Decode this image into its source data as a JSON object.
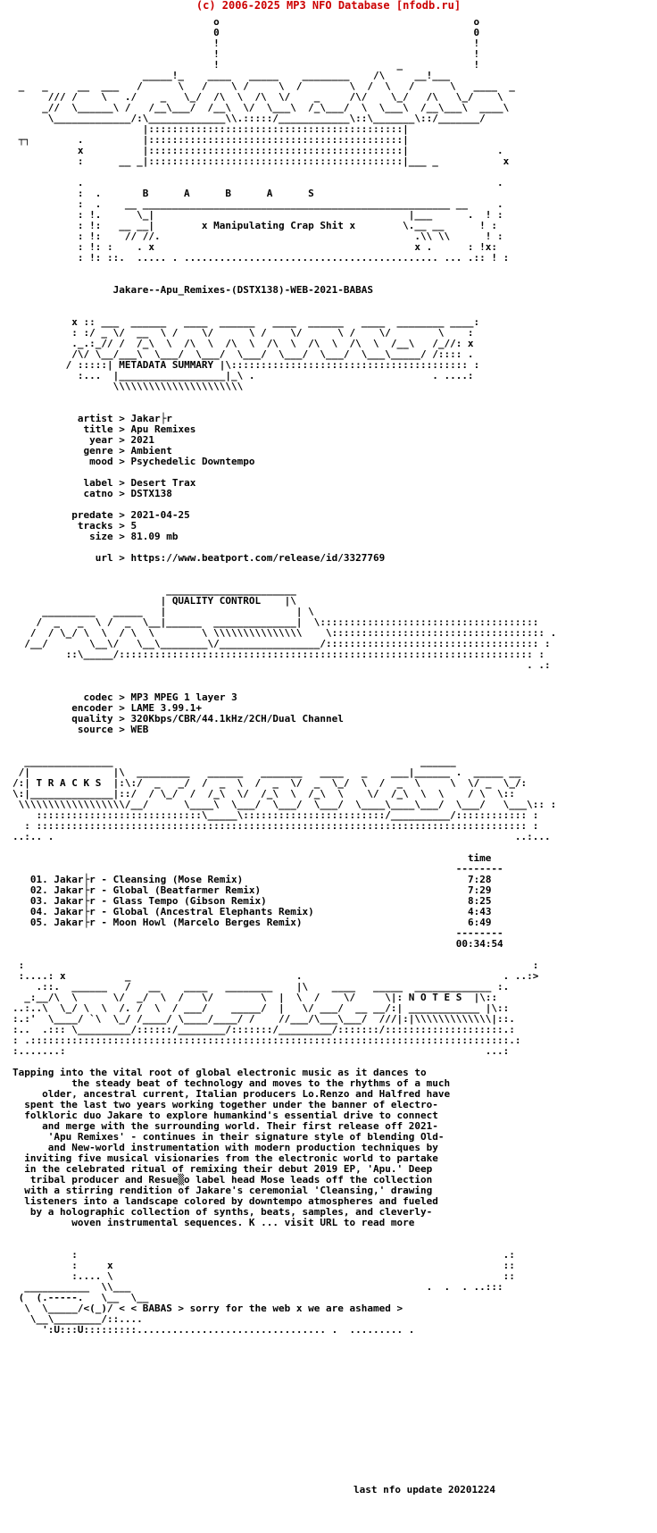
{
  "header": {
    "site_notice": "(c) 2006-2025 MP3 NFO Database [nfodb.ru]"
  },
  "banner": {
    "group_letters": "B      A      B      A      S",
    "tagline": "x Manipulating Crap Shit x"
  },
  "release_name": "Jakare--Apu_Remixes-(DSTX138)-WEB-2021-BABAS",
  "sections": {
    "metadata_title": "METADATA SUMMARY",
    "quality_title": "QUALITY CONTROL",
    "tracks_title": "T R A C K S",
    "notes_title": "N O T E S"
  },
  "metadata": {
    "artist": {
      "key": "artist",
      "value": "Jakar├r"
    },
    "title": {
      "key": "title",
      "value": "Apu Remixes"
    },
    "year": {
      "key": "year",
      "value": "2021"
    },
    "genre": {
      "key": "genre",
      "value": "Ambient"
    },
    "mood": {
      "key": "mood",
      "value": "Psychedelic Downtempo"
    },
    "label": {
      "key": "label",
      "value": "Desert Trax"
    },
    "catno": {
      "key": "catno",
      "value": "DSTX138"
    },
    "predate": {
      "key": "predate",
      "value": "2021-04-25"
    },
    "tracks": {
      "key": "tracks",
      "value": "5"
    },
    "size": {
      "key": "size",
      "value": "81.09 mb"
    },
    "url": {
      "key": "url",
      "value": "https://www.beatport.com/release/id/3327769"
    }
  },
  "quality": {
    "codec": {
      "key": "codec",
      "value": "MP3 MPEG 1 layer 3"
    },
    "encoder": {
      "key": "encoder",
      "value": "LAME 3.99.1+"
    },
    "quality": {
      "key": "quality",
      "value": "320Kbps/CBR/44.1kHz/2CH/Dual Channel"
    },
    "source": {
      "key": "source",
      "value": "WEB"
    }
  },
  "tracklist": {
    "time_header": "time",
    "rows": [
      {
        "num": "01.",
        "name": "Jakar├r - Cleansing (Mose Remix)",
        "time": "7:28"
      },
      {
        "num": "02.",
        "name": "Jakar├r - Global (Beatfarmer Remix)",
        "time": "7:29"
      },
      {
        "num": "03.",
        "name": "Jakar├r - Glass Tempo (Gibson Remix)",
        "time": "8:25"
      },
      {
        "num": "04.",
        "name": "Jakar├r - Global (Ancestral Elephants Remix)",
        "time": "4:43"
      },
      {
        "num": "05.",
        "name": "Jakar├r - Moon Howl (Marcelo Berges Remix)",
        "time": "6:49"
      }
    ],
    "total": "00:34:54"
  },
  "notes": {
    "lines": [
      "Tapping into the vital root of global electronic music as it dances to",
      "the steady beat of technology and moves to the rhythms of a much",
      "older, ancestral current, Italian producers Lo.Renzo and Halfred have",
      "spent the last two years working together under the banner of electro-",
      "folkloric duo Jakare to explore humankind's essential drive to connect",
      "and merge with the surrounding world. Their first release off 2021-",
      "'Apu Remixes' - continues in their signature style of blending Old-",
      "and New-world instrumentation with modern production techniques by",
      "inviting five musical visionaries from the electronic world to partake",
      "in the celebrated ritual of remixing their debut 2019 EP, 'Apu.' Deep",
      "tribal producer and Resue▒o label head Mose leads off the collection",
      "with a stirring rendition of Jakare's ceremonial 'Cleansing,' drawing",
      "listeners into a landscape colored by downtempo atmospheres and fueled",
      "by a holographic collection of synths, beats, samples, and cleverly-",
      "woven instrumental sequences. K ... visit URL to read more"
    ]
  },
  "footer": {
    "apology": "< BABAS > sorry for the web x we are ashamed >",
    "last_update": "last nfo update 20201224"
  }
}
